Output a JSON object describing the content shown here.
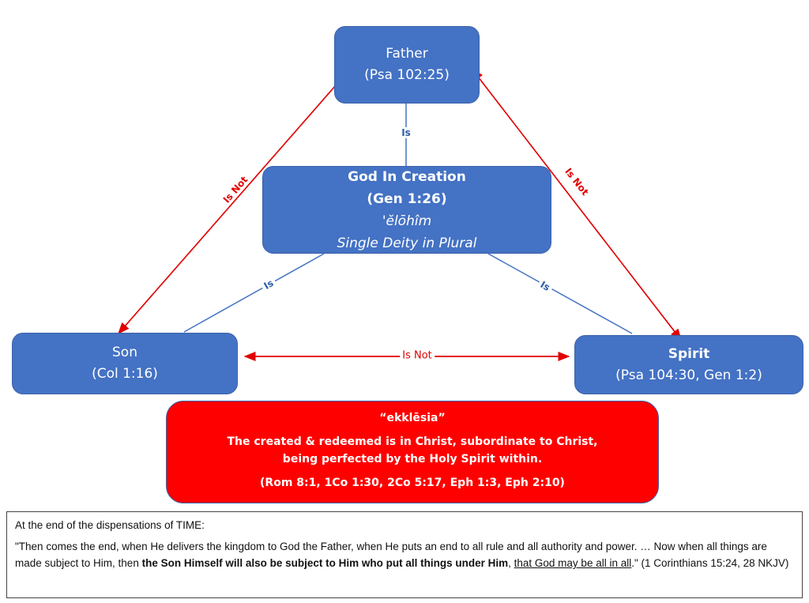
{
  "father": {
    "name": "Father",
    "ref": "(Psa 102:25)"
  },
  "god": {
    "title": "God In Creation",
    "ref": "(Gen 1:26)",
    "hebrew": "'ĕlōhîm",
    "desc": "Single Deity in Plural"
  },
  "son": {
    "name": "Son",
    "ref": "(Col 1:16)"
  },
  "spirit": {
    "name": "Spirit",
    "ref": "(Psa 104:30, Gen 1:2)"
  },
  "labels": {
    "is": "Is",
    "is_not": "Is Not"
  },
  "church": {
    "title": "“ekklēsia”",
    "line1": "The created & redeemed is in Christ, subordinate to Christ,",
    "line2": "being perfected by the Holy Spirit within.",
    "refs": "(Rom 8:1, 1Co 1:30, 2Co 5:17, Eph 1:3, Eph 2:10)"
  },
  "note": {
    "heading": "At the end of the dispensations of TIME:",
    "quote_start": "\"Then comes the end, when He delivers the kingdom to God the Father, when He puts an end to all rule and all authority and power. … Now when all things are made subject to Him, then ",
    "quote_bold": "the Son Himself will also be subject to Him who put all things under Him",
    "quote_mid": ", ",
    "quote_underline": "that God may be all in all",
    "quote_end": ".\" (1 Corinthians 15:24, 28 NKJV)"
  },
  "colors": {
    "blue": "#4472C4",
    "red": "#ff0000"
  }
}
